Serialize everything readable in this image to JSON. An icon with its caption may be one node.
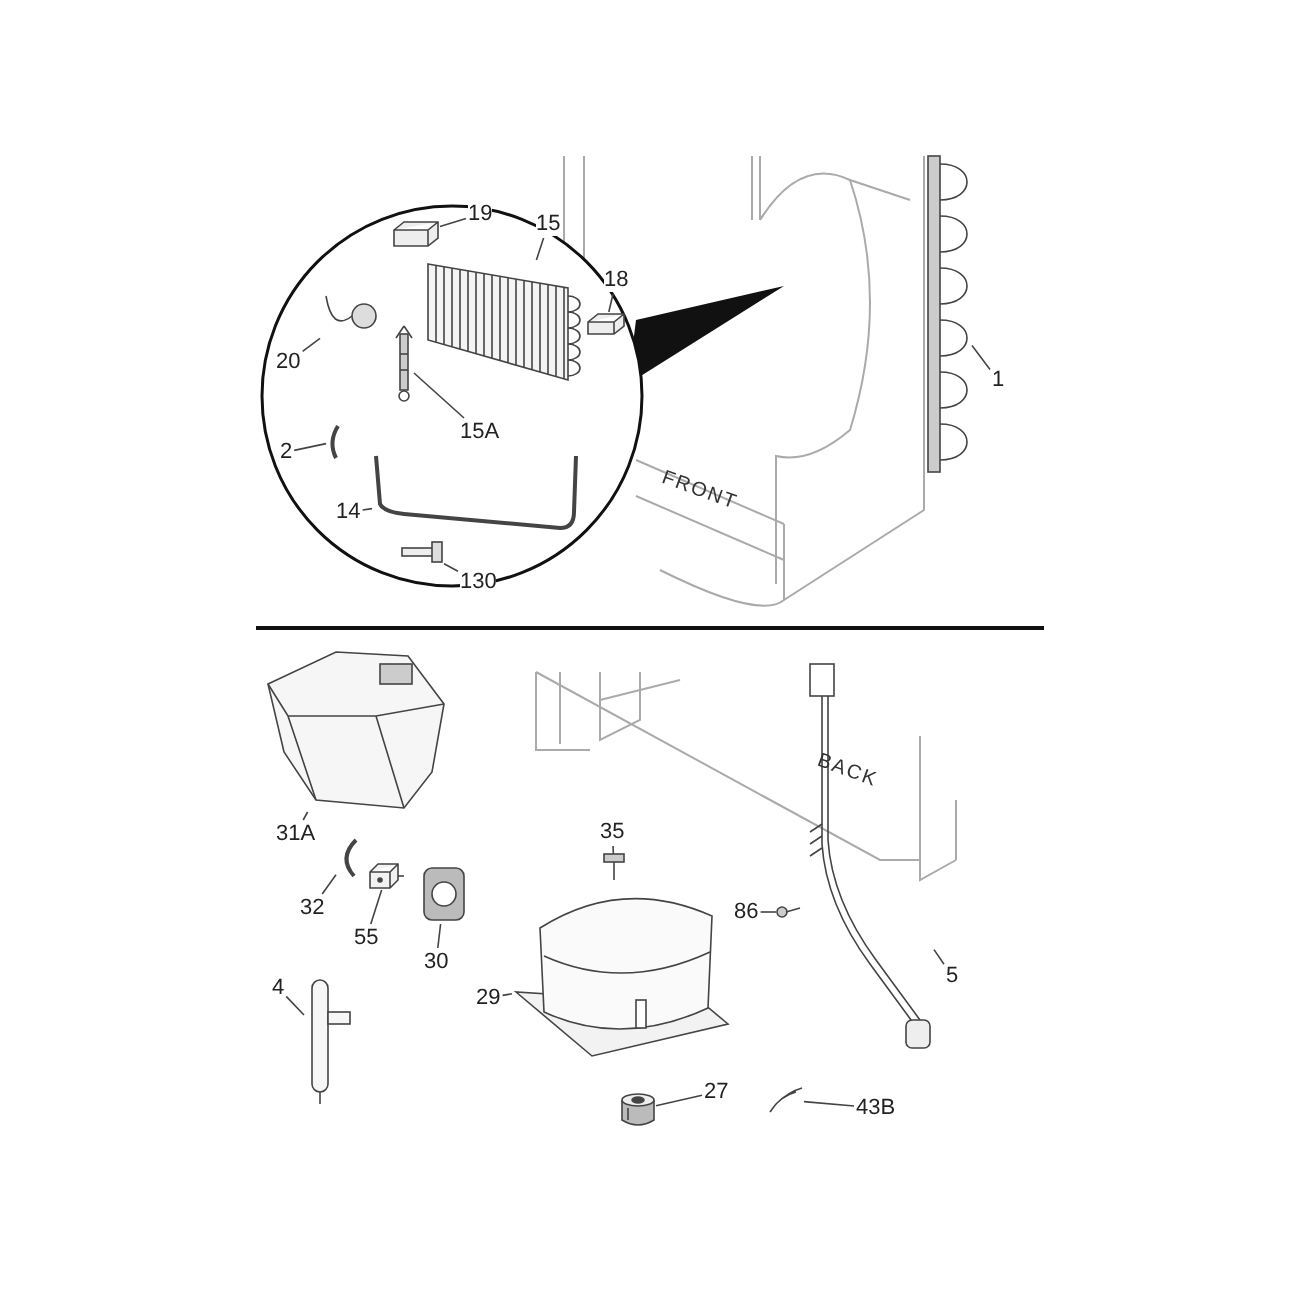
{
  "diagram": {
    "nodes": [
      {
        "text": [
          "19"
        ]
      },
      {
        "text": [],
        "shape": "picture"
      },
      {
        "text": [
          "15"
        ]
      },
      {
        "text": [],
        "shape": "picture"
      },
      {
        "text": [
          "18"
        ]
      },
      {
        "text": [],
        "shape": "picture"
      },
      {
        "text": [
          "20"
        ]
      },
      {
        "text": [],
        "shape": "picture"
      },
      {
        "text": [
          "15A"
        ]
      },
      {
        "text": [],
        "shape": "picture"
      },
      {
        "text": [
          "1"
        ]
      },
      {
        "text": [],
        "shape": "picture"
      },
      {
        "text": [
          "2"
        ]
      },
      {
        "text": [],
        "shape": "picture"
      },
      {
        "text": [
          "14"
        ]
      },
      {
        "text": [],
        "shape": "picture"
      },
      {
        "text": [
          "130"
        ]
      },
      {
        "text": [],
        "shape": "picture"
      },
      {
        "text": [
          "31A"
        ]
      },
      {
        "text": [],
        "shape": "picture"
      },
      {
        "text": [
          "35"
        ]
      },
      {
        "text": [],
        "shape": "picture"
      },
      {
        "text": [
          "32"
        ]
      },
      {
        "text": [],
        "shape": "picture"
      },
      {
        "text": [
          "55"
        ]
      },
      {
        "text": [],
        "shape": "picture"
      },
      {
        "text": [
          "30"
        ]
      },
      {
        "text": [],
        "shape": "picture"
      },
      {
        "text": [
          "86"
        ]
      },
      {
        "text": [],
        "shape": "picture"
      },
      {
        "text": [
          "5"
        ]
      },
      {
        "text": [],
        "shape": "picture"
      },
      {
        "text": [
          "29"
        ]
      },
      {
        "text": [],
        "shape": "picture"
      },
      {
        "text": [
          "4"
        ]
      },
      {
        "text": [],
        "shape": "picture"
      },
      {
        "text": [
          "27"
        ]
      },
      {
        "text": [],
        "shape": "picture"
      },
      {
        "text": [
          "43B"
        ]
      },
      {
        "text": [],
        "shape": "picture"
      }
    ],
    "edges": [
      {
        "from": 0,
        "to": 1,
        "arrow": "none"
      },
      {
        "from": 2,
        "to": 3,
        "arrow": "none"
      },
      {
        "from": 4,
        "to": 5,
        "arrow": "none"
      },
      {
        "from": 6,
        "to": 7,
        "arrow": "none"
      },
      {
        "from": 8,
        "to": 9,
        "arrow": "none"
      },
      {
        "from": 10,
        "to": 11,
        "arrow": "none"
      },
      {
        "from": 12,
        "to": 13,
        "arrow": "none"
      },
      {
        "from": 14,
        "to": 15,
        "arrow": "none"
      },
      {
        "from": 16,
        "to": 17,
        "arrow": "none"
      },
      {
        "from": 18,
        "to": 19,
        "arrow": "none"
      },
      {
        "from": 20,
        "to": 21,
        "arrow": "none"
      },
      {
        "from": 22,
        "to": 23,
        "arrow": "none"
      },
      {
        "from": 24,
        "to": 25,
        "arrow": "none"
      },
      {
        "from": 26,
        "to": 27,
        "arrow": "none"
      },
      {
        "from": 28,
        "to": 29,
        "arrow": "none"
      },
      {
        "from": 30,
        "to": 31,
        "arrow": "none"
      },
      {
        "from": 32,
        "to": 33,
        "arrow": "none"
      },
      {
        "from": 34,
        "to": 35,
        "arrow": "none"
      },
      {
        "from": 36,
        "to": 37,
        "arrow": "none"
      },
      {
        "from": 38,
        "to": 39,
        "arrow": "none"
      }
    ],
    "labels": [
      "FRONT",
      "BACK"
    ]
  }
}
